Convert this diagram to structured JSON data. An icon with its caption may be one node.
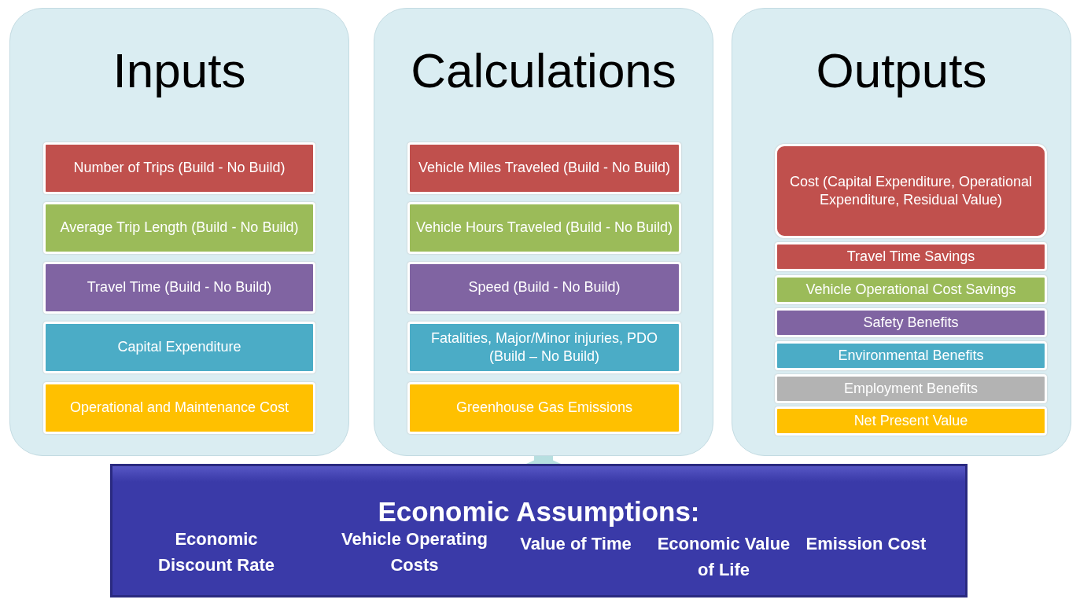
{
  "diagram": {
    "nodes": [
      {
        "text": [
          "Inputs"
        ]
      },
      {
        "text": [
          "Number of Trips (Build - No Build)"
        ],
        "in": 0
      },
      {
        "text": [
          "Average Trip Length (Build - No Build)"
        ],
        "in": 0
      },
      {
        "text": [
          "Travel Time (Build - No Build)"
        ],
        "in": 0
      },
      {
        "text": [
          "Capital Expenditure"
        ],
        "in": 0
      },
      {
        "text": [
          "Operational and Maintenance Cost"
        ],
        "in": 0
      },
      {
        "text": [
          "Calculations"
        ]
      },
      {
        "text": [
          "Vehicle Miles Traveled (Build - No Build)"
        ],
        "in": 6
      },
      {
        "text": [
          "Vehicle Hours Traveled (Build - No Build)"
        ],
        "in": 6
      },
      {
        "text": [
          "Speed (Build - No Build)"
        ],
        "in": 6
      },
      {
        "text": [
          "Fatalities, Major/Minor injuries, PDO (Build – No Build)"
        ],
        "in": 6
      },
      {
        "text": [
          "Greenhouse Gas Emissions"
        ],
        "in": 6
      },
      {
        "text": [
          "Outputs"
        ]
      },
      {
        "text": [
          "Cost (Capital Expenditure, Operational Expenditure, Residual Value)"
        ],
        "in": 12
      },
      {
        "text": [
          "Travel Time Savings"
        ],
        "in": 12
      },
      {
        "text": [
          "Vehicle Operational Cost Savings"
        ],
        "in": 12
      },
      {
        "text": [
          "Safety Benefits"
        ],
        "in": 12
      },
      {
        "text": [
          "Environmental Benefits"
        ],
        "in": 12
      },
      {
        "text": [
          "Employment Benefits"
        ],
        "in": 12
      },
      {
        "text": [
          "Net Present Value"
        ],
        "in": 12
      },
      {
        "text": [
          "Economic Assumptions:",
          "Economic Discount Rate",
          "Vehicle Operating Costs",
          "Value of Time",
          "Economic Value of Life",
          "Emission Cost"
        ]
      }
    ],
    "edges": [
      {
        "from": 20,
        "to": 6,
        "arrow": "to",
        "color": "#b7dfe0"
      }
    ]
  }
}
